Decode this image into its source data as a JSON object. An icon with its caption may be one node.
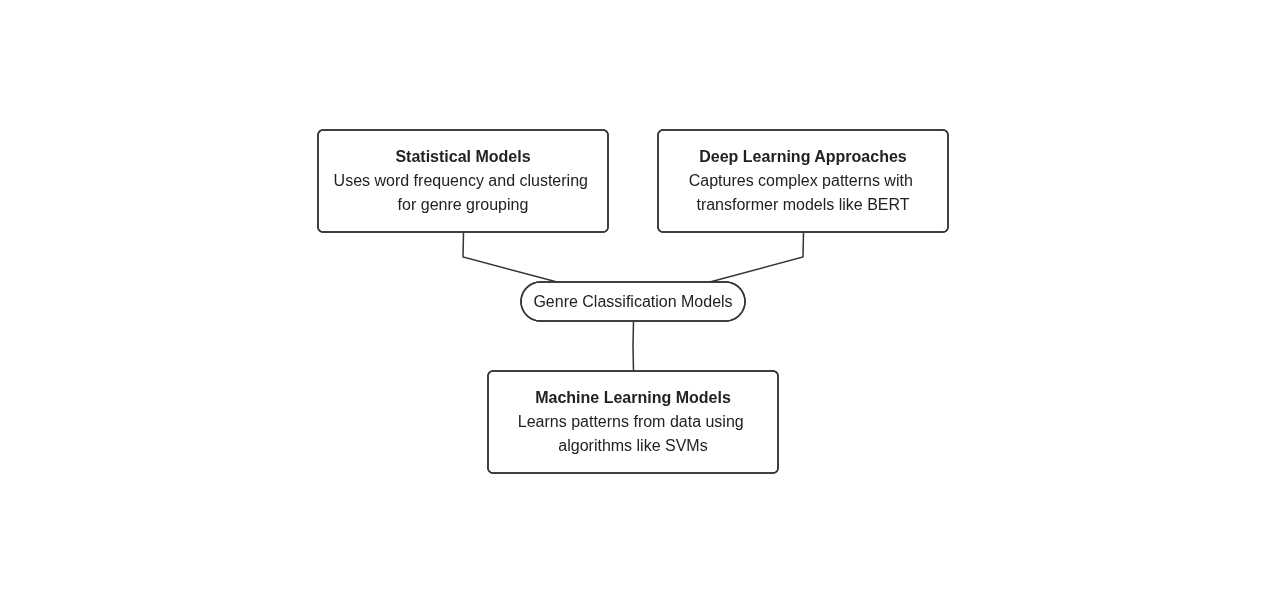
{
  "diagram": {
    "nodes": [
      {
        "text": [
          "Statistical Models",
          "Uses word frequency and clustering for genre grouping"
        ]
      },
      {
        "text": [
          "Deep Learning Approaches",
          "Captures complex patterns with transformer models like BERT"
        ]
      },
      {
        "text": [
          "Genre Classification Models"
        ]
      },
      {
        "text": [
          "Machine Learning Models",
          "Learns patterns from data using algorithms like SVMs"
        ]
      }
    ],
    "edges": [
      {
        "from": 0,
        "to": 2,
        "arrow": "none"
      },
      {
        "from": 1,
        "to": 2,
        "arrow": "none"
      },
      {
        "from": 2,
        "to": 3,
        "arrow": "none"
      }
    ]
  }
}
